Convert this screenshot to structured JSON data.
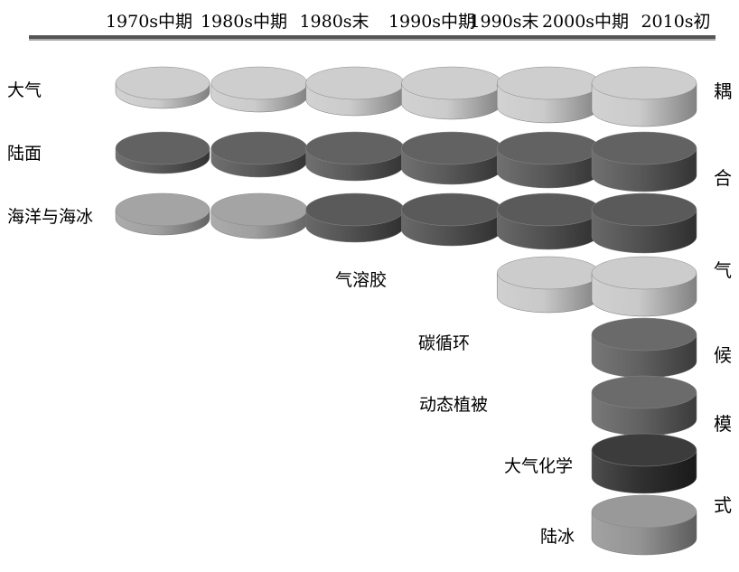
{
  "eras": [
    "1970s中期",
    "1980s中期",
    "1980s末",
    "1990s中期",
    "1990s末",
    "2000s中期",
    "2010s初"
  ],
  "components": [
    {
      "name": "大气",
      "from": 0,
      "color": "#c8c8c8"
    },
    {
      "name": "陆面",
      "from": 0,
      "color": "#505050"
    },
    {
      "name": "海洋与海冰",
      "from": 0,
      "color": "#9a9a9a",
      "later_color": "#484848",
      "change_at": 2
    },
    {
      "name": "气溶胶",
      "from": 4,
      "color": "#c6c6c6"
    },
    {
      "name": "碳循环",
      "from": 5,
      "color": "#595959"
    },
    {
      "name": "动态植被",
      "from": 5,
      "color": "#5a5a5a"
    },
    {
      "name": "大气化学",
      "from": 6,
      "color": "#262626"
    },
    {
      "name": "陆冰",
      "from": 6,
      "color": "#8e8e8e"
    }
  ],
  "right_title": [
    "耦",
    "合",
    "气",
    "候",
    "模",
    "式"
  ]
}
